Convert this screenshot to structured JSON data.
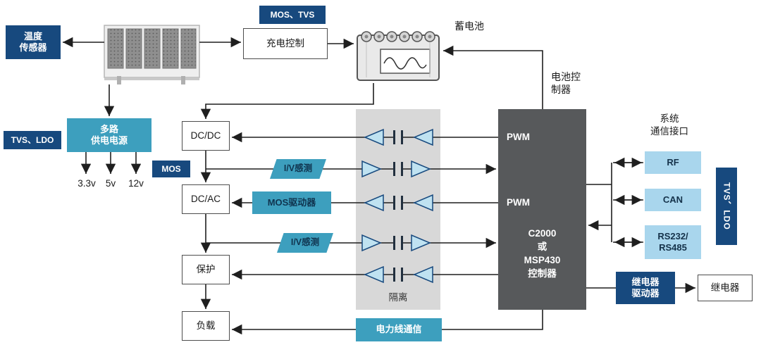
{
  "diagram": {
    "left": {
      "temp_sensor": "温度\n传感器",
      "tvs_ldo": "TVS、LDO",
      "multi_power": "多路\n供电电源",
      "rails": [
        "3.3v",
        "5v",
        "12v"
      ],
      "mos": "MOS"
    },
    "top": {
      "mos_tvs": "MOS、TVS",
      "charge_control": "充电控制",
      "battery_label": "蓄电池",
      "battery_controller_label": "电池控\n制器"
    },
    "chain": {
      "dcdc": "DC/DC",
      "dcac": "DC/AC",
      "protection": "保护",
      "load": "负载"
    },
    "middle": {
      "iv_sense_1": "I/V感测",
      "mos_driver": "MOS驱动器",
      "iv_sense_2": "I/V感测",
      "isolation": "隔离",
      "plc": "电力线通信"
    },
    "controller": {
      "pwm1": "PWM",
      "pwm2": "PWM",
      "name": "C2000\n或\nMSP430\n控制器"
    },
    "right": {
      "sys_comm_label": "系统\n通信接口",
      "rf": "RF",
      "can": "CAN",
      "rs232": "RS232/\nRS485",
      "tvs_ldo": "TVS、LDO",
      "relay_driver": "继电器\n驱动器",
      "relay": "继电器"
    },
    "colors": {
      "navy": "#17497E",
      "teal": "#3D9FBE",
      "light_blue": "#A9D6ED",
      "controller_gray": "#57595B",
      "isolation_gray": "#D8D8D8",
      "triangle_fill": "#BFE2F1",
      "line": "#1F1F1F"
    }
  }
}
